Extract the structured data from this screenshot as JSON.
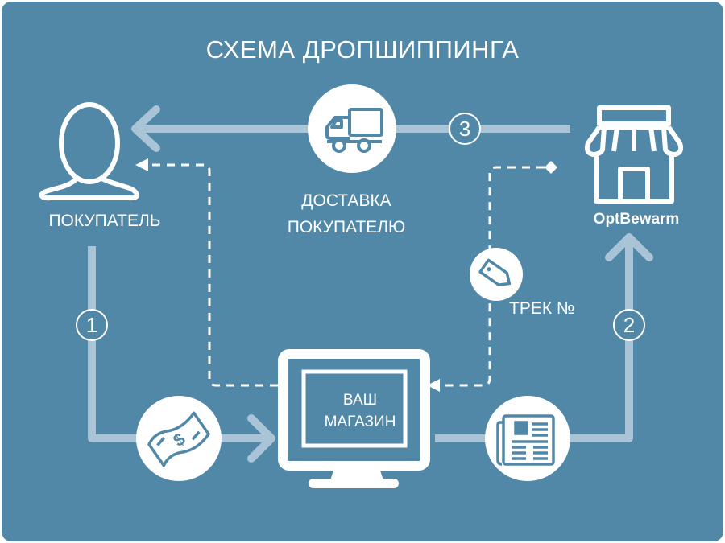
{
  "title": "СХЕМА ДРОПШИППИНГА",
  "colors": {
    "background": "#5187a7",
    "flow_line": "#a9c4d6",
    "foreground": "#ffffff"
  },
  "nodes": {
    "buyer": {
      "label": "ПОКУПАТЕЛЬ",
      "icon": "person-icon"
    },
    "supplier": {
      "label": "OptBewarm",
      "icon": "storefront-icon"
    },
    "your_store": {
      "label_line1": "ВАШ",
      "label_line2": "МАГАЗИН",
      "icon": "monitor-icon"
    },
    "delivery": {
      "label_line1": "ДОСТАВКА",
      "label_line2": "ПОКУПАТЕЛЮ",
      "icon": "truck-icon"
    },
    "payment": {
      "icon": "money-bill-icon"
    },
    "order": {
      "icon": "document-icon"
    },
    "tracking": {
      "label": "ТРЕК №",
      "icon": "tag-icon"
    }
  },
  "steps": [
    {
      "number": "1",
      "from": "ПОКУПАТЕЛЬ",
      "to": "ВАШ МАГАЗИН"
    },
    {
      "number": "2",
      "from": "ВАШ МАГАЗИН",
      "to": "OptBewarm"
    },
    {
      "number": "3",
      "from": "OptBewarm",
      "to": "ПОКУПАТЕЛЬ"
    }
  ]
}
